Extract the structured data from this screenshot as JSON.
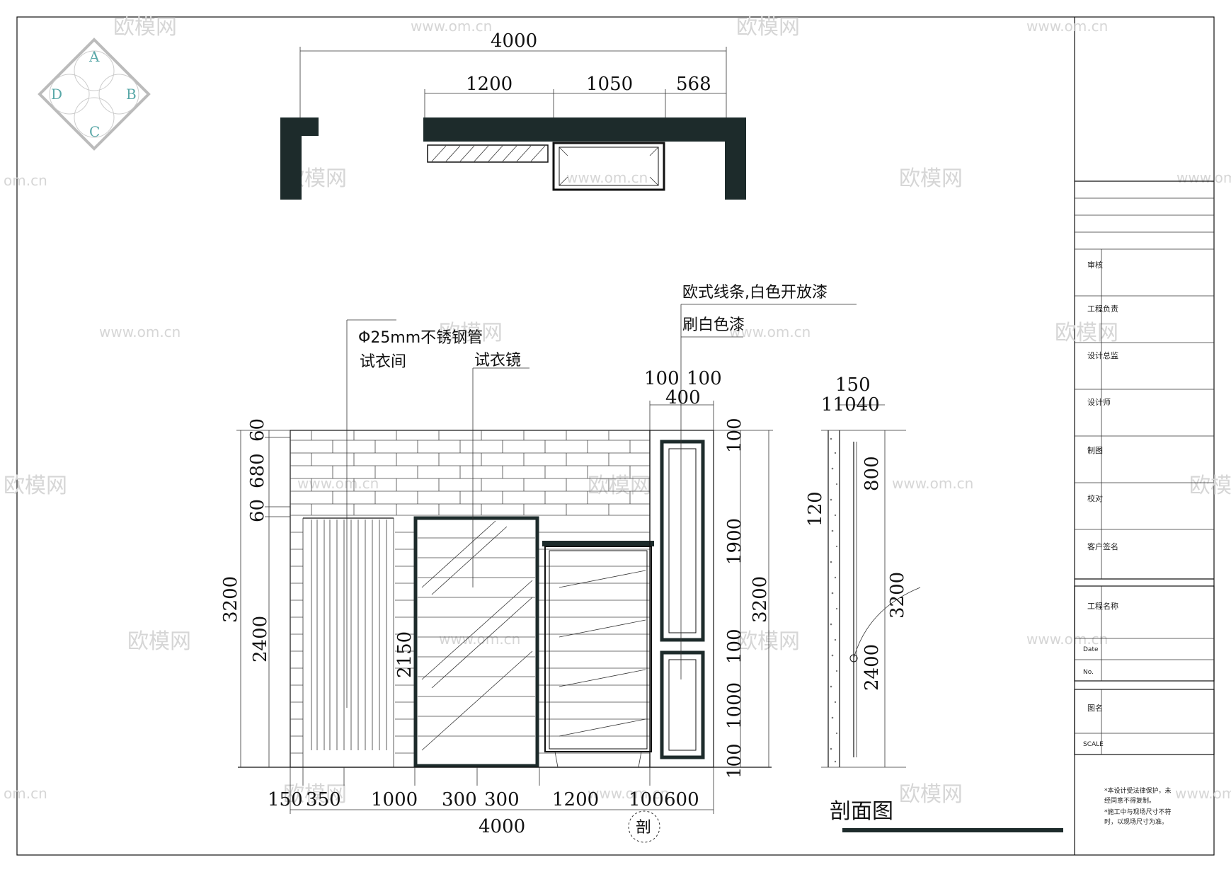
{
  "compass": {
    "a": "A",
    "b": "B",
    "c": "C",
    "d": "D"
  },
  "watermark": {
    "brand": "欧模网",
    "url": "www.om.cn",
    "url_cut": "om.cn"
  },
  "plan": {
    "dims": {
      "total": "4000",
      "d1": "1200",
      "d2": "1050",
      "d3": "568"
    }
  },
  "elevation": {
    "notes": {
      "n1": "欧式线条,白色开放漆",
      "n2": "刷白色漆",
      "n3": "Φ25mm不锈钢管",
      "n4": "试衣间",
      "n5": "试衣镜"
    },
    "top_dims": {
      "a": "100",
      "b": "100",
      "c": "400"
    },
    "left_dims": {
      "d60a": "60",
      "d680": "680",
      "d60b": "60",
      "d3200": "3200",
      "d2400": "2400"
    },
    "mirror_height": "2150",
    "right_dims": {
      "r100a": "100",
      "r1900": "1900",
      "r100b": "100",
      "r1000": "1000",
      "r100c": "100",
      "r3200": "3200"
    },
    "bottom_dims": {
      "b150": "150",
      "b350": "350",
      "b1000": "1000",
      "b300a": "300",
      "b300b": "300",
      "b1200": "1200",
      "b100": "100",
      "b600": "600",
      "total": "4000"
    },
    "section_mark": "剖"
  },
  "section": {
    "dims": {
      "t150": "150",
      "t11040": "11040",
      "d120": "120",
      "d800": "800",
      "d3200": "3200",
      "d2400": "2400"
    },
    "title": "剖面图"
  },
  "titleblock": {
    "review": "审核",
    "project_lead": "工程负责",
    "design_director": "设计总监",
    "designer": "设计师",
    "drafter": "制图",
    "proofread": "校对",
    "client_sign": "客户签名",
    "project_name": "工程名称",
    "date": "Date",
    "no": "No.",
    "drawing_name": "图名",
    "scale": "SCALE",
    "note1": "*本设计受法律保护，未",
    "note2": "经同意不得复制。",
    "note3": "*施工中与现场尺寸不符",
    "note4": "时，以现场尺寸为准。"
  }
}
